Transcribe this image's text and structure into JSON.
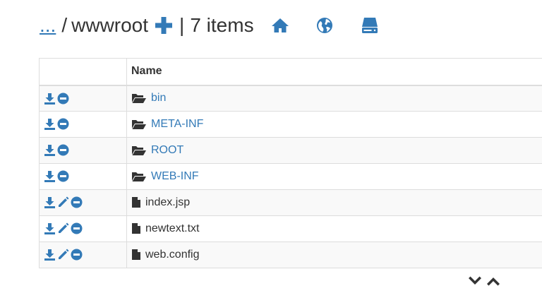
{
  "breadcrumb": {
    "parent_link": "...",
    "separator": "/",
    "folder": "wwwroot",
    "pipe": "|",
    "item_count": "7 items"
  },
  "table": {
    "header_actions": "",
    "header_name": "Name",
    "rows": [
      {
        "type": "folder",
        "name": "bin"
      },
      {
        "type": "folder",
        "name": "META-INF"
      },
      {
        "type": "folder",
        "name": "ROOT"
      },
      {
        "type": "folder",
        "name": "WEB-INF"
      },
      {
        "type": "file",
        "name": "index.jsp"
      },
      {
        "type": "file",
        "name": "newtext.txt"
      },
      {
        "type": "file",
        "name": "web.config"
      }
    ]
  },
  "icons": {
    "add": "plus-icon",
    "home": "home-icon",
    "globe": "globe-icon",
    "drive": "hard-drive-icon",
    "download": "download-icon",
    "edit": "pencil-icon",
    "delete": "minus-circle-icon",
    "folder": "folder-open-icon",
    "file": "file-icon",
    "sort_down": "chevron-down-icon",
    "sort_up": "chevron-up-icon"
  },
  "colors": {
    "accent": "#337ab7",
    "text": "#333333",
    "border": "#dddddd",
    "stripe": "#f9f9f9"
  }
}
